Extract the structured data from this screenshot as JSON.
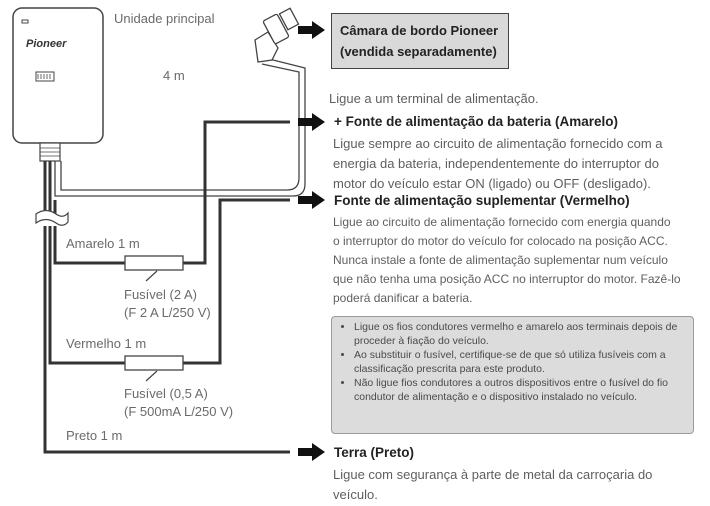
{
  "unit": {
    "label": "Unidade principal",
    "brand": "Pioneer",
    "cable_length": "4 m"
  },
  "camera": {
    "line1": "Câmara de bordo Pioneer",
    "line2": "(vendida separadamente)",
    "description": "Ligue a um terminal de alimentação."
  },
  "battery": {
    "title": "+ Fonte de alimentação da bateria (Amarelo)",
    "lines": [
      "Ligue sempre ao circuito de alimentação fornecido com a",
      "energia da bateria, independentemente do interruptor do",
      "motor do veículo estar ON (ligado) ou OFF (desligado)."
    ]
  },
  "accessory": {
    "title": "Fonte de alimentação suplementar (Vermelho)",
    "lines": [
      "Ligue ao circuito de alimentação fornecido com energia quando",
      "o interruptor do motor do veículo for colocado na posição ACC.",
      "Nunca instale a fonte de alimentação suplementar num veículo",
      "que não tenha uma posição ACC no interruptor do motor. Fazê-lo",
      "poderá danificar a bateria."
    ]
  },
  "wires": {
    "yellow": {
      "label": "Amarelo 1 m",
      "fuse_line1": "Fusível (2 A)",
      "fuse_line2": "(F 2 A L/250 V)"
    },
    "red": {
      "label": "Vermelho 1 m",
      "fuse_line1": "Fusível (0,5 A)",
      "fuse_line2": "(F 500mA L/250 V)"
    },
    "black": {
      "label": "Preto 1 m"
    }
  },
  "note_items": [
    "Ligue os fios condutores vermelho e amarelo aos terminais depois de proceder à fiação do veículo.",
    "Ao substituir o fusível, certifique-se de que só utiliza fusíveis com a classificação prescrita para este produto.",
    "Não ligue fios condutores a outros dispositivos entre o fusível do fio condutor de alimentação e o dispositivo instalado no veículo."
  ],
  "ground": {
    "title": "Terra (Preto)",
    "lines": [
      "Ligue com segurança à parte de metal da carroçaria do",
      "veículo."
    ]
  }
}
